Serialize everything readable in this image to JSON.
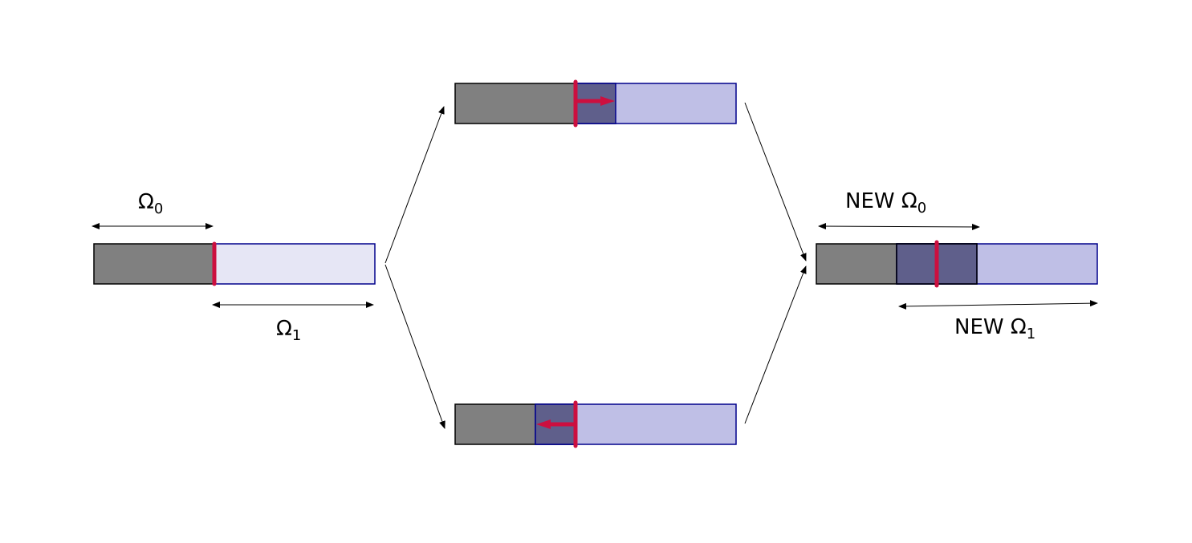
{
  "colors": {
    "subdomain_0_fill": "#808080",
    "subdomain_0_stroke": "#000000",
    "subdomain_1_fill_initial": "#e6e6f5",
    "subdomain_1_fill": "#bfbfe6",
    "subdomain_1_stroke": "#00008b",
    "overlap_fill": "#5f5f8b",
    "interface_color": "#cc0f3f",
    "arrow_color": "#000000"
  },
  "labels": {
    "omega0_symbol": "Ω",
    "omega0_subscript": "0",
    "omega1_symbol": "Ω",
    "omega1_subscript": "1",
    "new_omega0_prefix": "NEW ",
    "new_omega0_symbol": "Ω",
    "new_omega0_subscript": "0",
    "new_omega1_prefix": "NEW ",
    "new_omega1_symbol": "Ω",
    "new_omega1_subscript": "1"
  }
}
